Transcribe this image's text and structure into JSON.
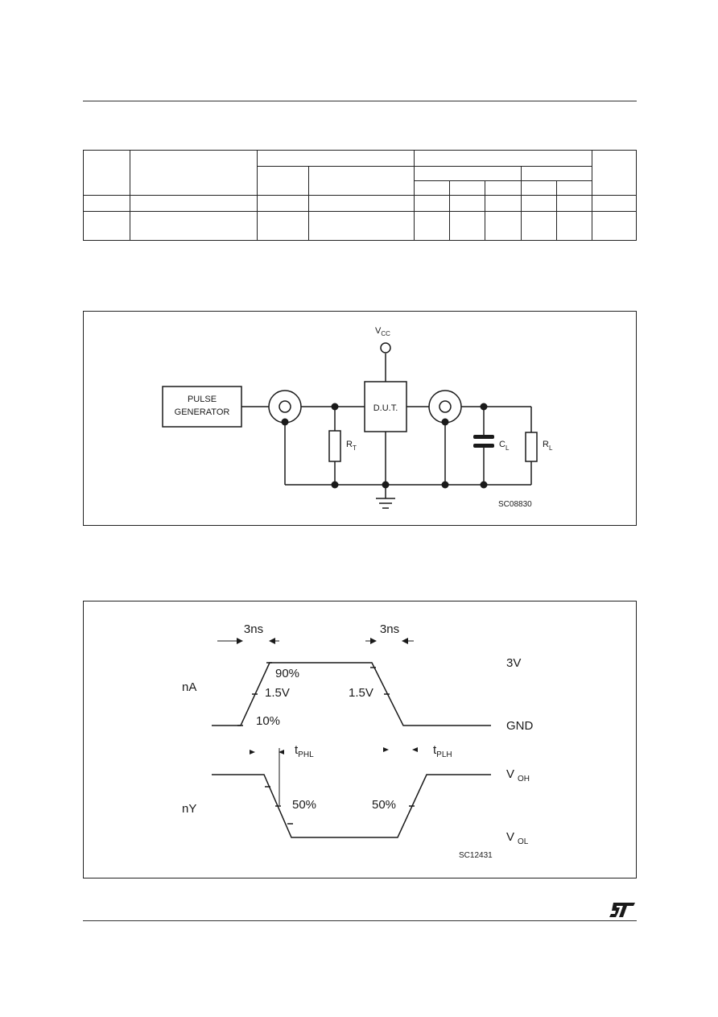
{
  "circuit": {
    "vcc_main": "V",
    "vcc_sub": "CC",
    "pulse_line1": "PULSE",
    "pulse_line2": "GENERATOR",
    "dut_label": "D.U.T.",
    "rt_main": "R",
    "rt_sub": "T",
    "cl_main": "C",
    "cl_sub": "L",
    "rl_main": "R",
    "rl_sub": "L",
    "code": "SC08830"
  },
  "waveform": {
    "rise_time_label": "3ns",
    "fall_time_label": "3ns",
    "input_label": "nA",
    "output_label": "nY",
    "high_level": "3V",
    "ground_level": "GND",
    "pct90": "90%",
    "pct10": "10%",
    "threshold_rise": "1.5V",
    "threshold_fall": "1.5V",
    "tphl_main": "t",
    "tphl_sub": "PHL",
    "tplh_main": "t",
    "tplh_sub": "PLH",
    "voh_main": "V",
    "voh_sub": "OH",
    "vol_main": "V",
    "vol_sub": "OL",
    "pct50_fall": "50%",
    "pct50_rise": "50%",
    "code": "SC12431"
  },
  "colors": {
    "ink": "#1a1a1a",
    "paper": "#ffffff"
  },
  "logo": "st-logo"
}
